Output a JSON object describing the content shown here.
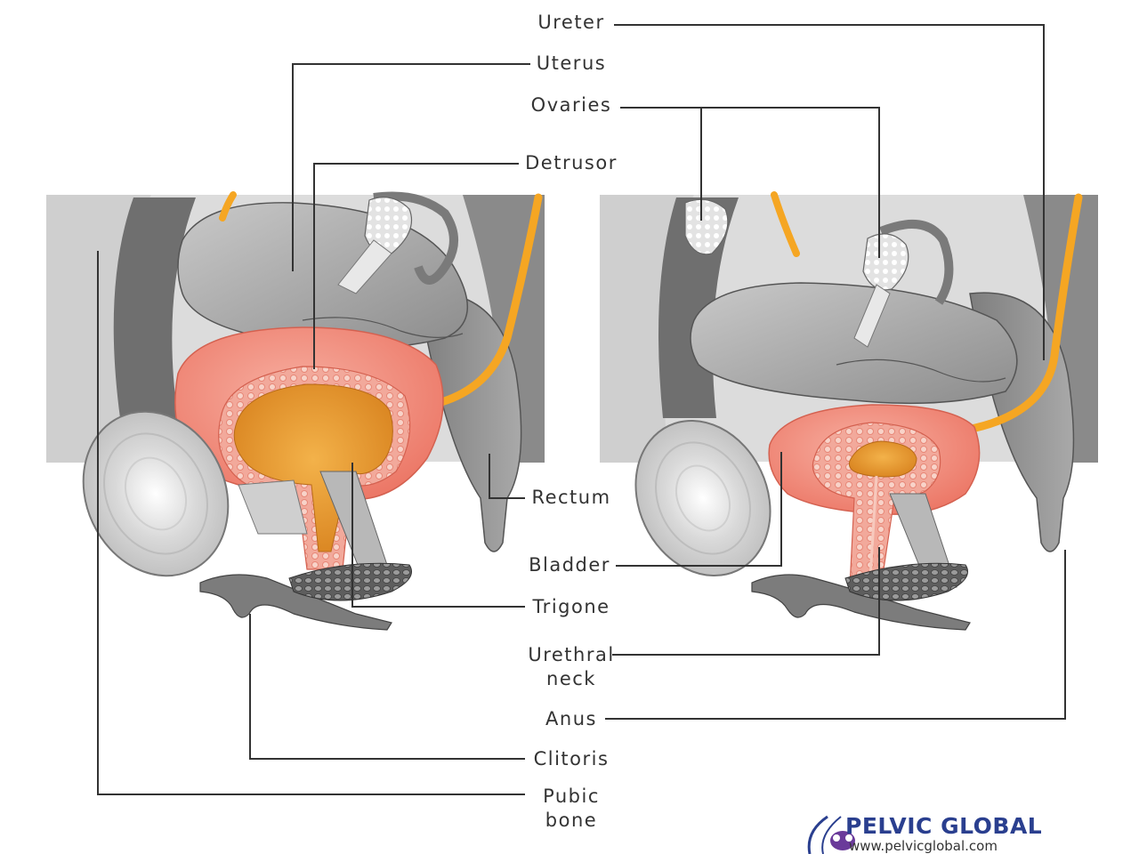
{
  "colors": {
    "bladder": "#f08a7c",
    "urine": "#e89a2c",
    "ureter": "#f5a623",
    "tissue_dark": "#8f8f8f",
    "tissue_mid": "#b4b4b4",
    "tissue_light": "#d2d2d2",
    "leader": "#333333",
    "brand_blue": "#2a3f8f",
    "brand_purple": "#6a3a9a"
  },
  "labels": {
    "ureter": "Ureter",
    "uterus": "Uterus",
    "ovaries": "Ovaries",
    "detrusor": "Detrusor",
    "rectum": "Rectum",
    "bladder": "Bladder",
    "trigone": "Trigone",
    "urethral_neck_line1": "Urethral",
    "urethral_neck_line2": "neck",
    "anus": "Anus",
    "clitoris": "Clitoris",
    "pubic_bone_line1": "Pubic",
    "pubic_bone_line2": "bone"
  },
  "brand": {
    "name": "PELVIC GLOBAL",
    "url": "www.pelvicglobal.com",
    "logo_icon": "globe-pelvis-logo-icon"
  }
}
